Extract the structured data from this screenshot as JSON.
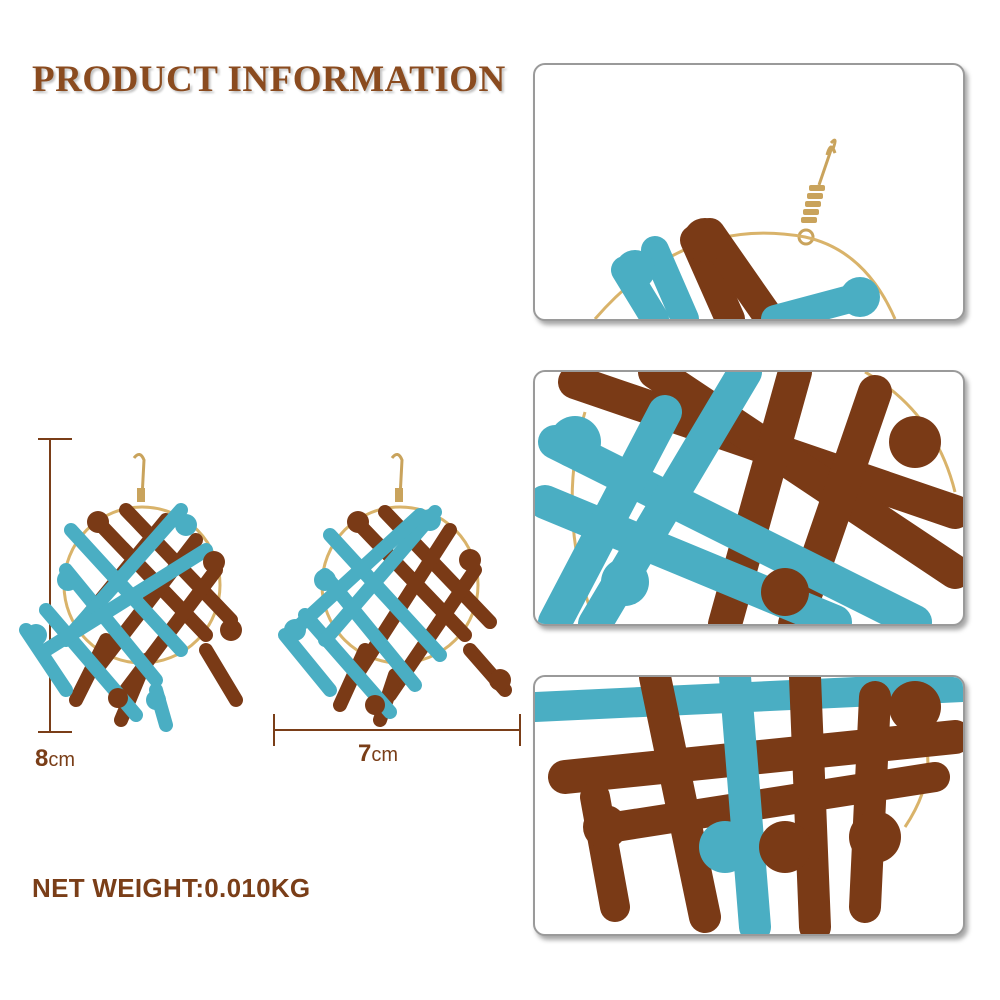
{
  "title": "PRODUCT INFORMATION",
  "net_weight": "NET WEIGHT:0.010KG",
  "height_dim": {
    "value": "8",
    "unit": "cm"
  },
  "width_dim": {
    "value": "7",
    "unit": "cm"
  },
  "colors": {
    "title": "#8a4b1f",
    "brown_cord": "#7a3a16",
    "blue_cord": "#4aaec3",
    "gold_wire": "#d9b36a"
  }
}
